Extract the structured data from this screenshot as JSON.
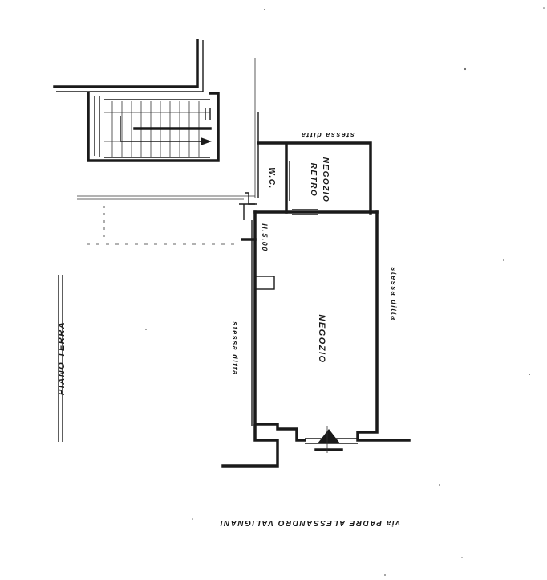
{
  "labels": {
    "floor": "PIANO TERRA",
    "shop": "NEGOZIO",
    "back_shop_1": "RETRO",
    "back_shop_2": "NEGOZIO",
    "wc": "W.C.",
    "height": "H.5.00",
    "same_firm_left": "stessa ditta",
    "same_firm_right": "stessa ditta",
    "same_firm_top": "stessa ditta",
    "street": "via PADRE ALESSANDRO VALIGNANI"
  }
}
